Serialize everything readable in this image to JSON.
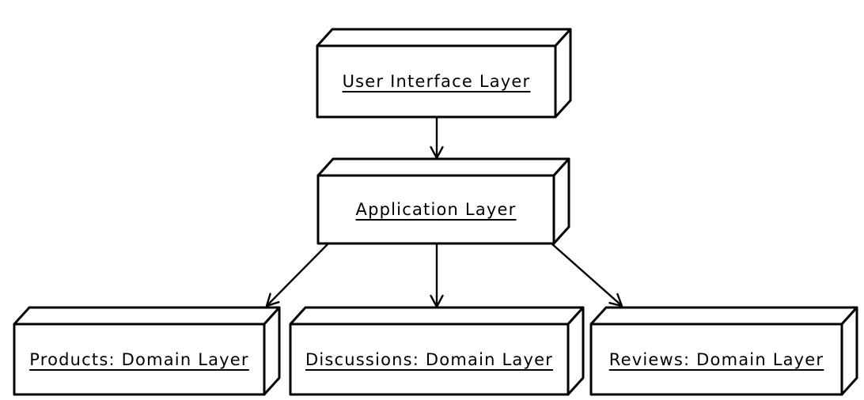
{
  "diagram": {
    "type": "layered-architecture-uml-node-diagram",
    "background_color": "#ffffff",
    "stroke_color": "#000000",
    "text_color": "#000000",
    "nodes": [
      {
        "id": "user-interface-layer",
        "label": "User Interface Layer"
      },
      {
        "id": "application-layer",
        "label": "Application Layer"
      },
      {
        "id": "products-domain-layer",
        "label": "Products: Domain Layer"
      },
      {
        "id": "discussions-domain-layer",
        "label": "Discussions: Domain Layer"
      },
      {
        "id": "reviews-domain-layer",
        "label": "Reviews: Domain Layer"
      }
    ],
    "edges": [
      {
        "from": "User Interface Layer",
        "to": "Application Layer"
      },
      {
        "from": "Application Layer",
        "to": "Products: Domain Layer"
      },
      {
        "from": "Application Layer",
        "to": "Discussions: Domain Layer"
      },
      {
        "from": "Application Layer",
        "to": "Reviews: Domain Layer"
      }
    ]
  }
}
